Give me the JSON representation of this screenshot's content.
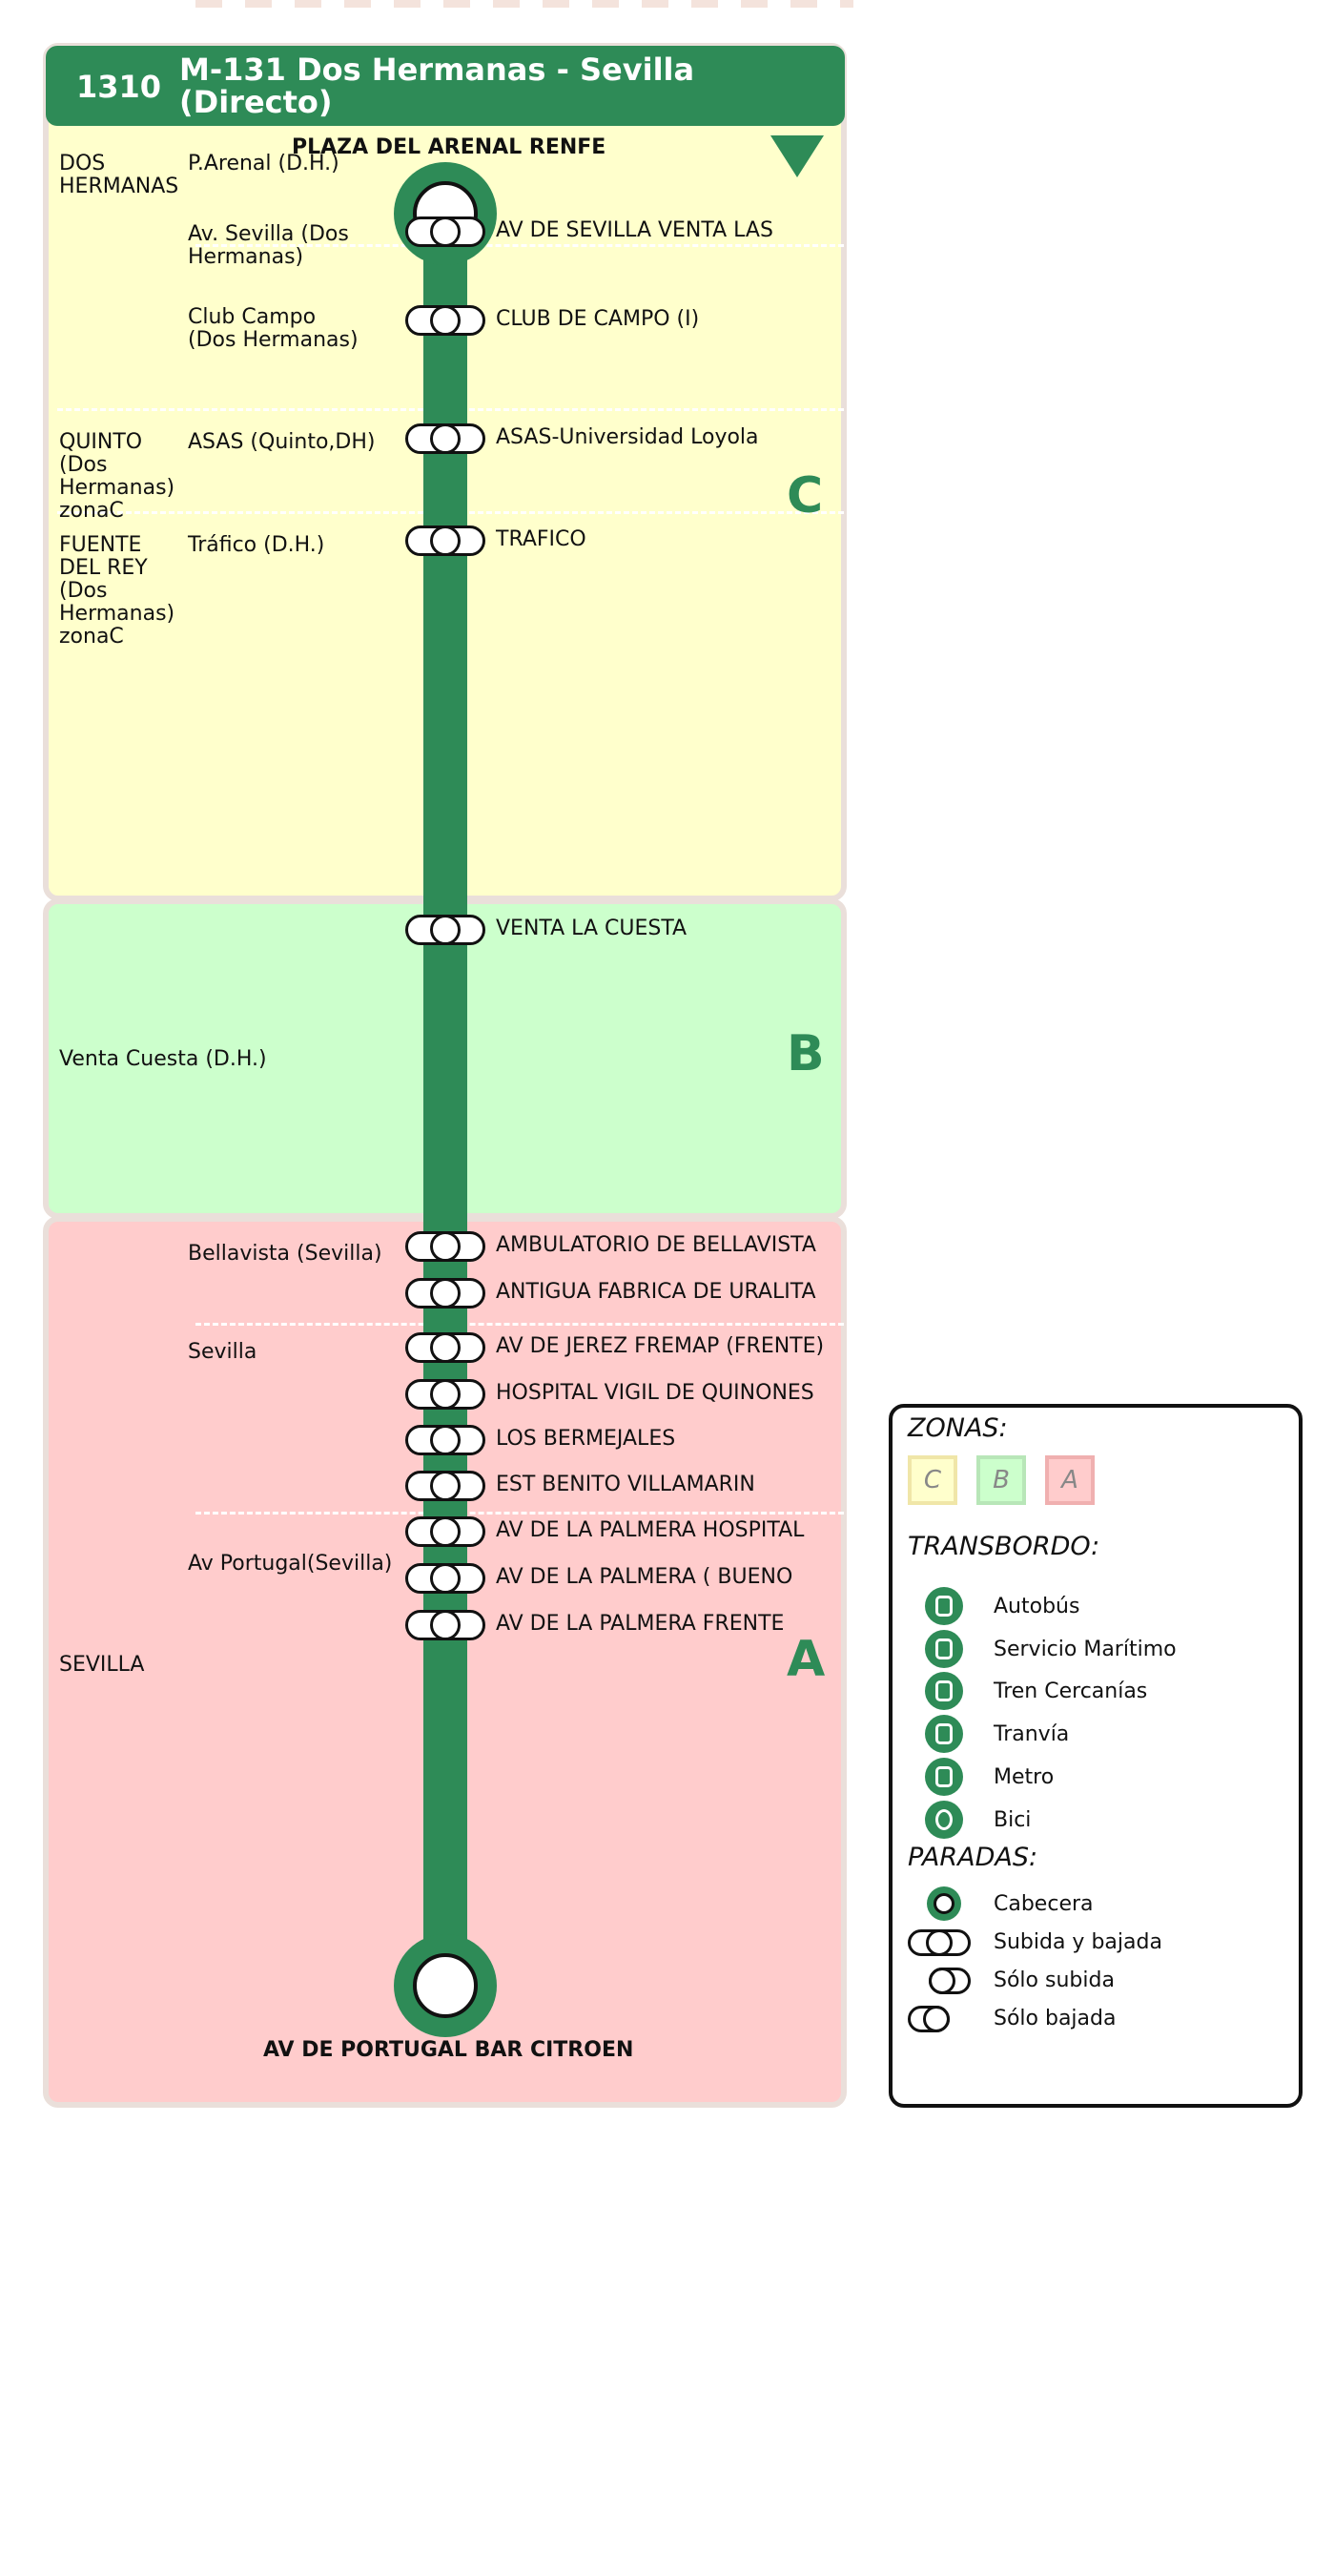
{
  "header": {
    "number": "1310",
    "title": "M-131 Dos Hermanas - Sevilla (Directo)"
  },
  "terminals": {
    "start": "PLAZA DEL ARENAL RENFE",
    "end": "AV DE PORTUGAL BAR CITROEN"
  },
  "zones": {
    "c": "C",
    "b": "B",
    "a": "A"
  },
  "municipalities": {
    "dos_hermanas": "DOS HERMANAS",
    "quinto": "QUINTO (Dos Hermanas) zonaC",
    "fuente": "FUENTE DEL REY (Dos Hermanas) zonaC",
    "venta": "Venta Cuesta (D.H.)",
    "sevilla": "SEVILLA"
  },
  "areas": {
    "parenal": "P.Arenal (D.H.)",
    "avsevilla": "Av. Sevilla (Dos Hermanas)",
    "clubcampo": "Club Campo (Dos Hermanas)",
    "asas": "ASAS (Quinto,DH)",
    "trafico": "Tráfico (D.H.)",
    "bellavista": "Bellavista (Sevilla)",
    "sevilla": "Sevilla",
    "avportugal": "Av Portugal(Sevilla)"
  },
  "stops": [
    "AV DE SEVILLA VENTA LAS",
    "CLUB DE CAMPO (I)",
    "ASAS-Universidad Loyola",
    "TRAFICO",
    "VENTA LA CUESTA",
    "AMBULATORIO DE BELLAVISTA",
    "ANTIGUA FABRICA DE URALITA",
    "AV DE JEREZ FREMAP (FRENTE)",
    "HOSPITAL VIGIL DE QUINONES",
    "LOS BERMEJALES",
    "EST BENITO VILLAMARIN",
    "AV DE LA PALMERA HOSPITAL",
    "AV DE LA PALMERA  ( BUENO",
    "AV DE LA PALMERA FRENTE"
  ],
  "legend": {
    "zonas_title": "ZONAS:",
    "zone_c": "C",
    "zone_b": "B",
    "zone_a": "A",
    "transbordo_title": "TRANSBORDO:",
    "transbordo": [
      "Autobús",
      "Servicio Marítimo",
      "Tren Cercanías",
      "Tranvía",
      "Metro",
      "Bici"
    ],
    "paradas_title": "PARADAS:",
    "paradas": [
      "Cabecera",
      "Subida y bajada",
      "Sólo subida",
      "Sólo bajada"
    ]
  },
  "colors": {
    "line": "#2e8b57",
    "zone_c": "#ffffcc",
    "zone_b": "#ccffcc",
    "zone_a": "#ffcccc"
  }
}
